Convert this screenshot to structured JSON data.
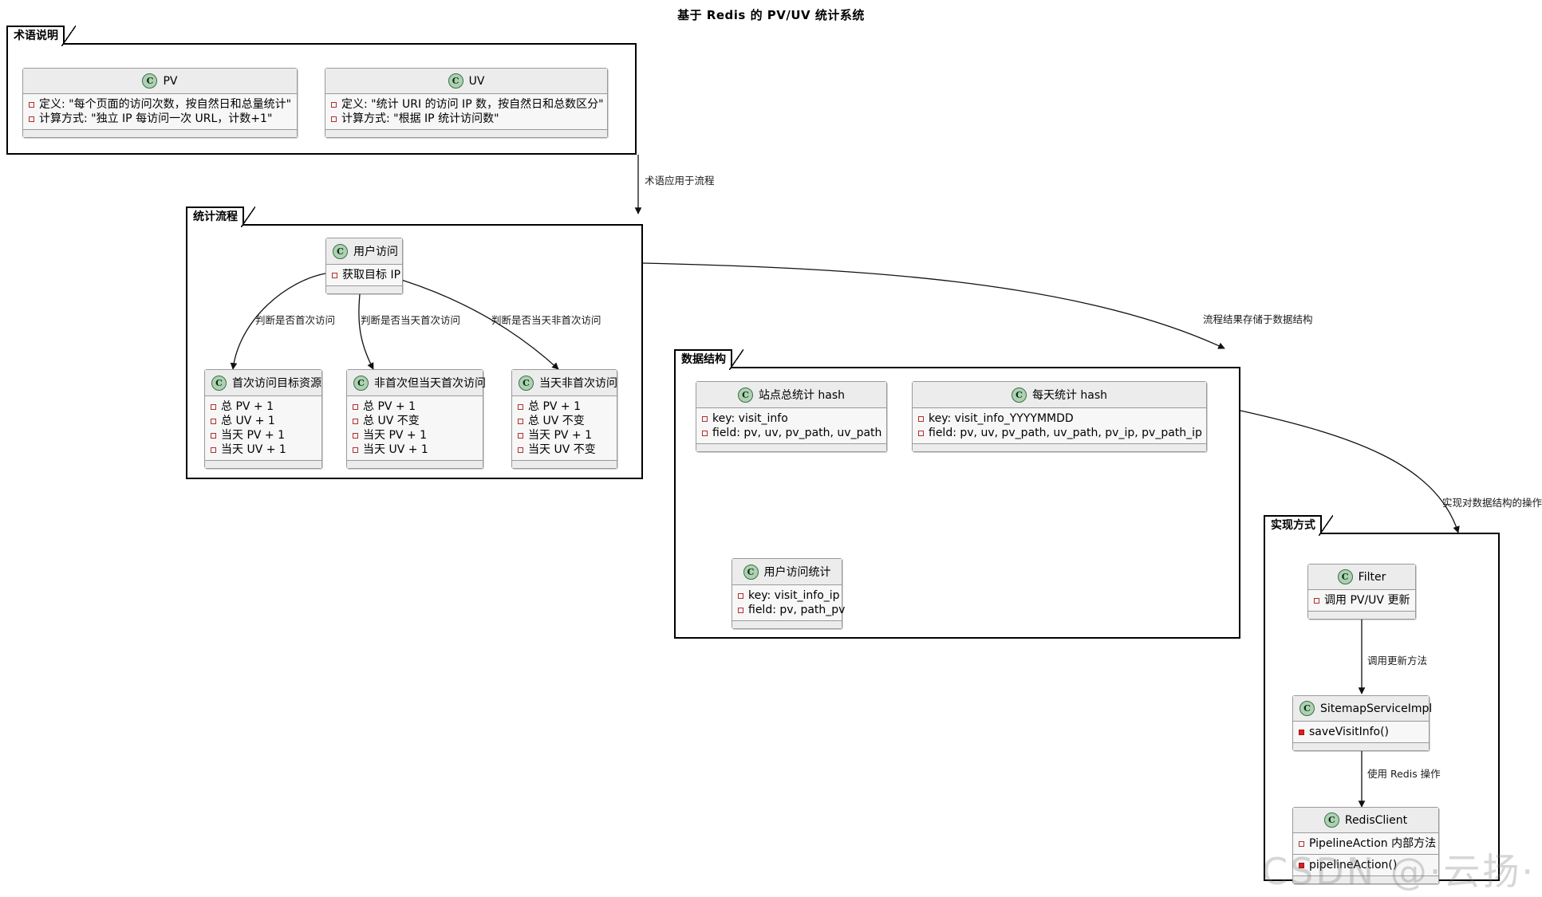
{
  "title": "基于 Redis 的 PV/UV 统计系统",
  "watermark": "CSDN @·云扬·",
  "packages": {
    "terminology": {
      "label": "术语说明"
    },
    "flow": {
      "label": "统计流程"
    },
    "datastruct": {
      "label": "数据结构"
    },
    "implementation": {
      "label": "实现方式"
    }
  },
  "classes": {
    "pv": {
      "name": "PV",
      "icon": "class-icon",
      "attributes": [
        "定义: \"每个页面的访问次数，按自然日和总量统计\"",
        "计算方式: \"独立 IP 每访问一次 URL，计数+1\""
      ]
    },
    "uv": {
      "name": "UV",
      "icon": "class-icon",
      "attributes": [
        "定义: \"统计 URI 的访问 IP 数，按自然日和总数区分\"",
        "计算方式: \"根据 IP 统计访问数\""
      ]
    },
    "user_visit": {
      "name": "用户访问",
      "icon": "class-icon",
      "attributes": [
        "获取目标 IP"
      ]
    },
    "first_visit": {
      "name": "首次访问目标资源",
      "icon": "class-icon",
      "attributes": [
        "总 PV + 1",
        "总 UV + 1",
        "当天 PV + 1",
        "当天 UV + 1"
      ]
    },
    "not_first_but_today_first": {
      "name": "非首次但当天首次访问",
      "icon": "class-icon",
      "attributes": [
        "总 PV + 1",
        "总 UV 不变",
        "当天 PV + 1",
        "当天 UV + 1"
      ]
    },
    "today_not_first": {
      "name": "当天非首次访问",
      "icon": "class-icon",
      "attributes": [
        "总 PV + 1",
        "总 UV 不变",
        "当天 PV + 1",
        "当天 UV 不变"
      ]
    },
    "site_total_hash": {
      "name": "站点总统计 hash",
      "icon": "class-icon",
      "attributes": [
        "key: visit_info",
        "field: pv, uv, pv_path, uv_path"
      ]
    },
    "daily_hash": {
      "name": "每天统计 hash",
      "icon": "class-icon",
      "attributes": [
        "key: visit_info_YYYYMMDD",
        "field: pv, uv, pv_path, uv_path, pv_ip, pv_path_ip"
      ]
    },
    "user_visit_stat": {
      "name": "用户访问统计",
      "icon": "class-icon",
      "attributes": [
        "key: visit_info_ip",
        "field: pv, path_pv"
      ]
    },
    "filter": {
      "name": "Filter",
      "icon": "class-icon",
      "attributes": [
        "调用 PV/UV 更新"
      ]
    },
    "sitemap_service_impl": {
      "name": "SitemapServiceImpl",
      "icon": "class-icon",
      "methods": [
        "saveVisitInfo()"
      ]
    },
    "redis_client": {
      "name": "RedisClient",
      "icon": "class-icon",
      "attributes": [
        "PipelineAction 内部方法"
      ],
      "methods": [
        "pipelineAction()"
      ]
    }
  },
  "edges": [
    {
      "id": "terminology-to-flow",
      "label": "术语应用于流程"
    },
    {
      "id": "user-visit-to-first",
      "label": "判断是否首次访问"
    },
    {
      "id": "user-visit-to-today-first",
      "label": "判断是否当天首次访问"
    },
    {
      "id": "user-visit-to-today-not-first",
      "label": "判断是否当天非首次访问"
    },
    {
      "id": "flow-to-datastruct",
      "label": "流程结果存储于数据结构"
    },
    {
      "id": "datastruct-to-impl",
      "label": "实现对数据结构的操作"
    },
    {
      "id": "filter-to-service",
      "label": "调用更新方法"
    },
    {
      "id": "service-to-redis",
      "label": "使用 Redis 操作"
    }
  ],
  "colors": {
    "class_icon_fill": "#ADD1B2",
    "box_header": "#ECECEC",
    "box_body": "#F7F7F7",
    "box_border": "#9A9A9A",
    "frame_border": "#000000",
    "private_marker": "#B03030",
    "public_method_marker": "#E02020"
  }
}
